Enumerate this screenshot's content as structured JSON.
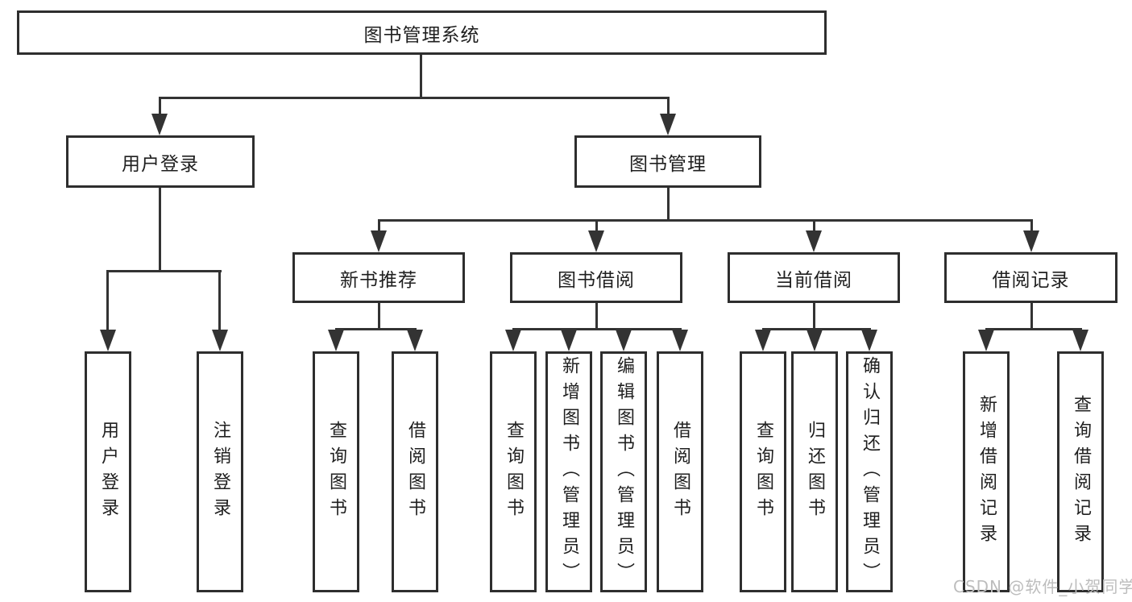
{
  "diagram_type": "hierarchy-tree",
  "colors": {
    "background": "#ffffff",
    "line": "#333333",
    "box_border": "#2e2e2e",
    "text": "#1f1f1f",
    "watermark": "#bdbdbd"
  },
  "tree": {
    "label": "图书管理系统",
    "children": [
      {
        "label": "用户登录",
        "children": [
          {
            "label": "用户登录"
          },
          {
            "label": "注销登录"
          }
        ]
      },
      {
        "label": "图书管理",
        "children": [
          {
            "label": "新书推荐",
            "children": [
              {
                "label": "查询图书"
              },
              {
                "label": "借阅图书"
              }
            ]
          },
          {
            "label": "图书借阅",
            "children": [
              {
                "label": "查询图书"
              },
              {
                "label": "新增图书（管理员）"
              },
              {
                "label": "编辑图书（管理员）"
              },
              {
                "label": "借阅图书"
              }
            ]
          },
          {
            "label": "当前借阅",
            "children": [
              {
                "label": "查询图书"
              },
              {
                "label": "归还图书"
              },
              {
                "label": "确认归还（管理员）"
              }
            ]
          },
          {
            "label": "借阅记录",
            "children": [
              {
                "label": "新增借阅记录"
              },
              {
                "label": "查询借阅记录"
              }
            ]
          }
        ]
      }
    ]
  },
  "watermark": {
    "text": "CSDN @软件_小贺同学"
  }
}
